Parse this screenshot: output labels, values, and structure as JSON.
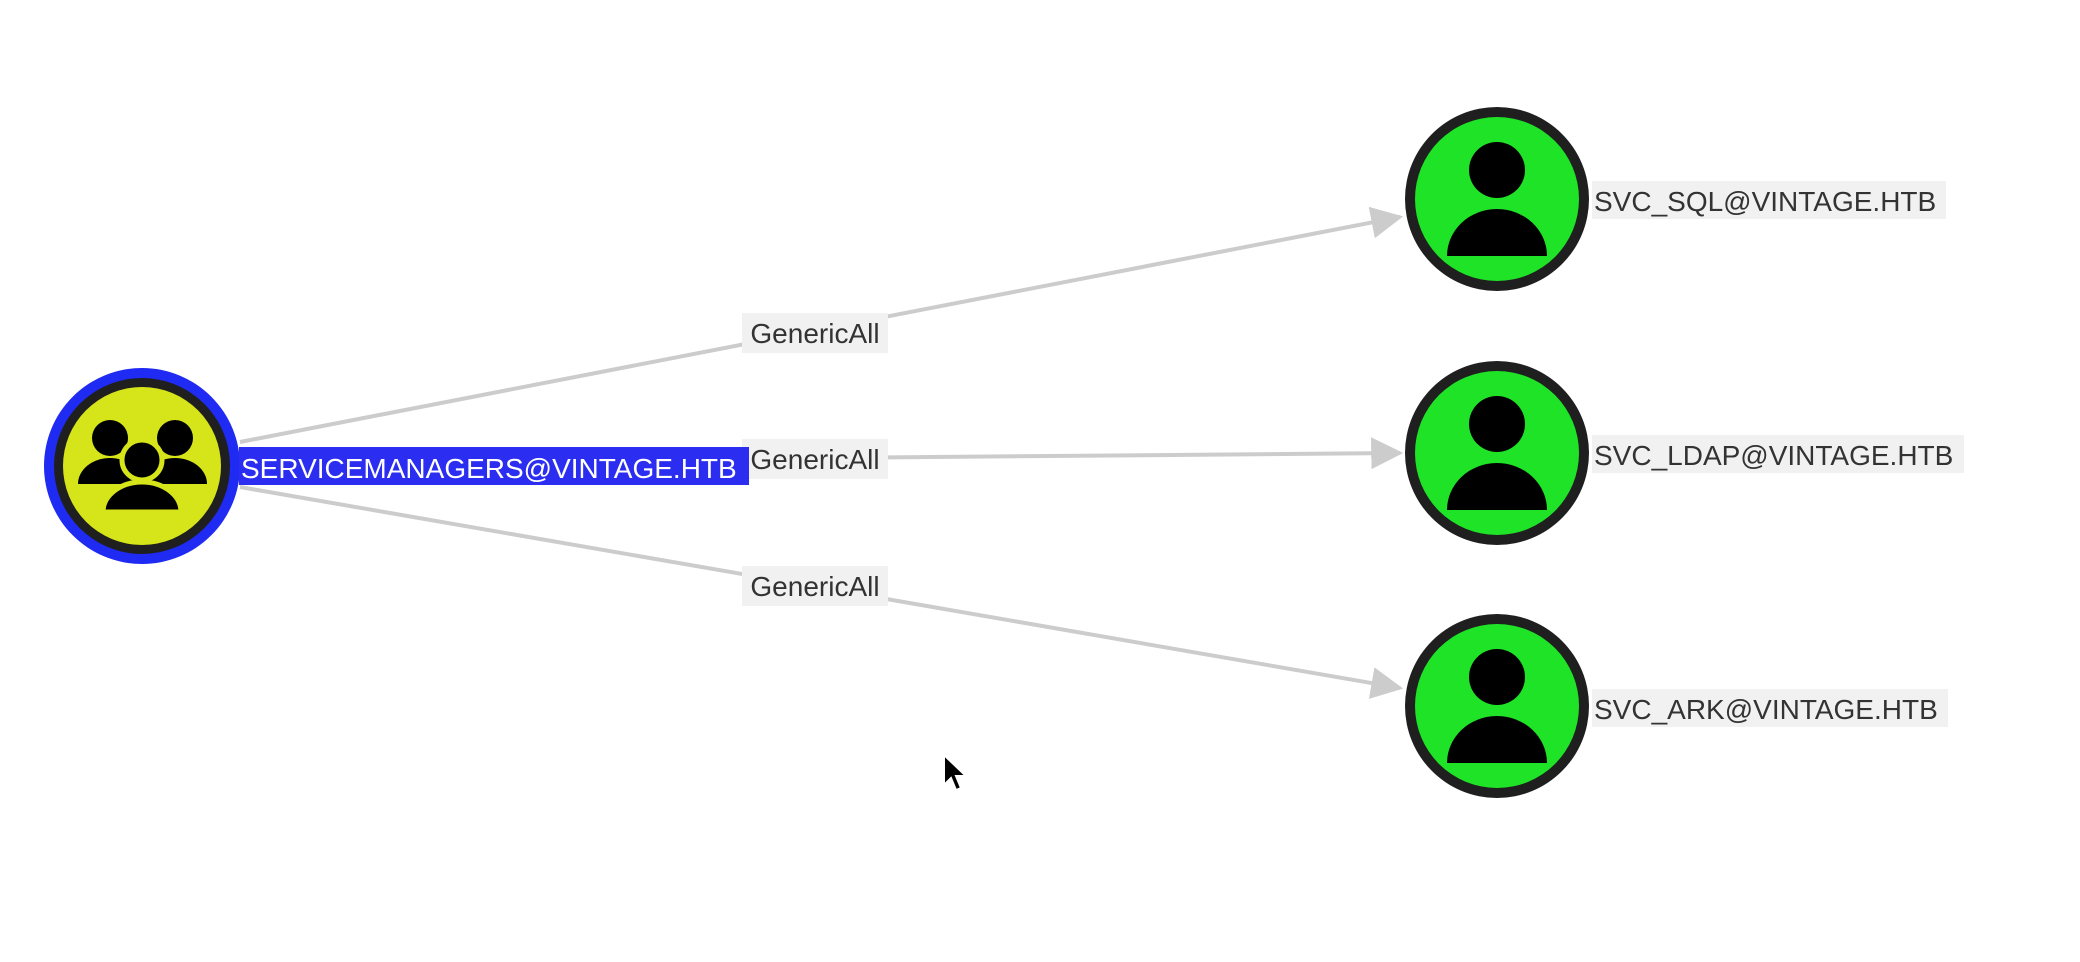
{
  "graph": {
    "source": {
      "label": "SERVICEMANAGERS@VINTAGE.HTB",
      "type": "group",
      "icon": "group-icon",
      "fill": "#d6e519",
      "ring": "#1f2bf2",
      "selected": true
    },
    "targets": [
      {
        "label": "SVC_SQL@VINTAGE.HTB",
        "type": "user",
        "icon": "user-icon",
        "fill": "#1fe327"
      },
      {
        "label": "SVC_LDAP@VINTAGE.HTB",
        "type": "user",
        "icon": "user-icon",
        "fill": "#1fe327"
      },
      {
        "label": "SVC_ARK@VINTAGE.HTB",
        "type": "user",
        "icon": "user-icon",
        "fill": "#1fe327"
      }
    ],
    "edges": [
      {
        "label": "GenericAll",
        "to": 0
      },
      {
        "label": "GenericAll",
        "to": 1
      },
      {
        "label": "GenericAll",
        "to": 2
      }
    ],
    "colors": {
      "edge": "#cccccc",
      "node_border": "#1f1f1f",
      "label_bg": "#f1f1f1",
      "selected_label_bg": "#2b2ef0",
      "selected_label_text": "#ffffff",
      "label_text": "#333333"
    }
  }
}
